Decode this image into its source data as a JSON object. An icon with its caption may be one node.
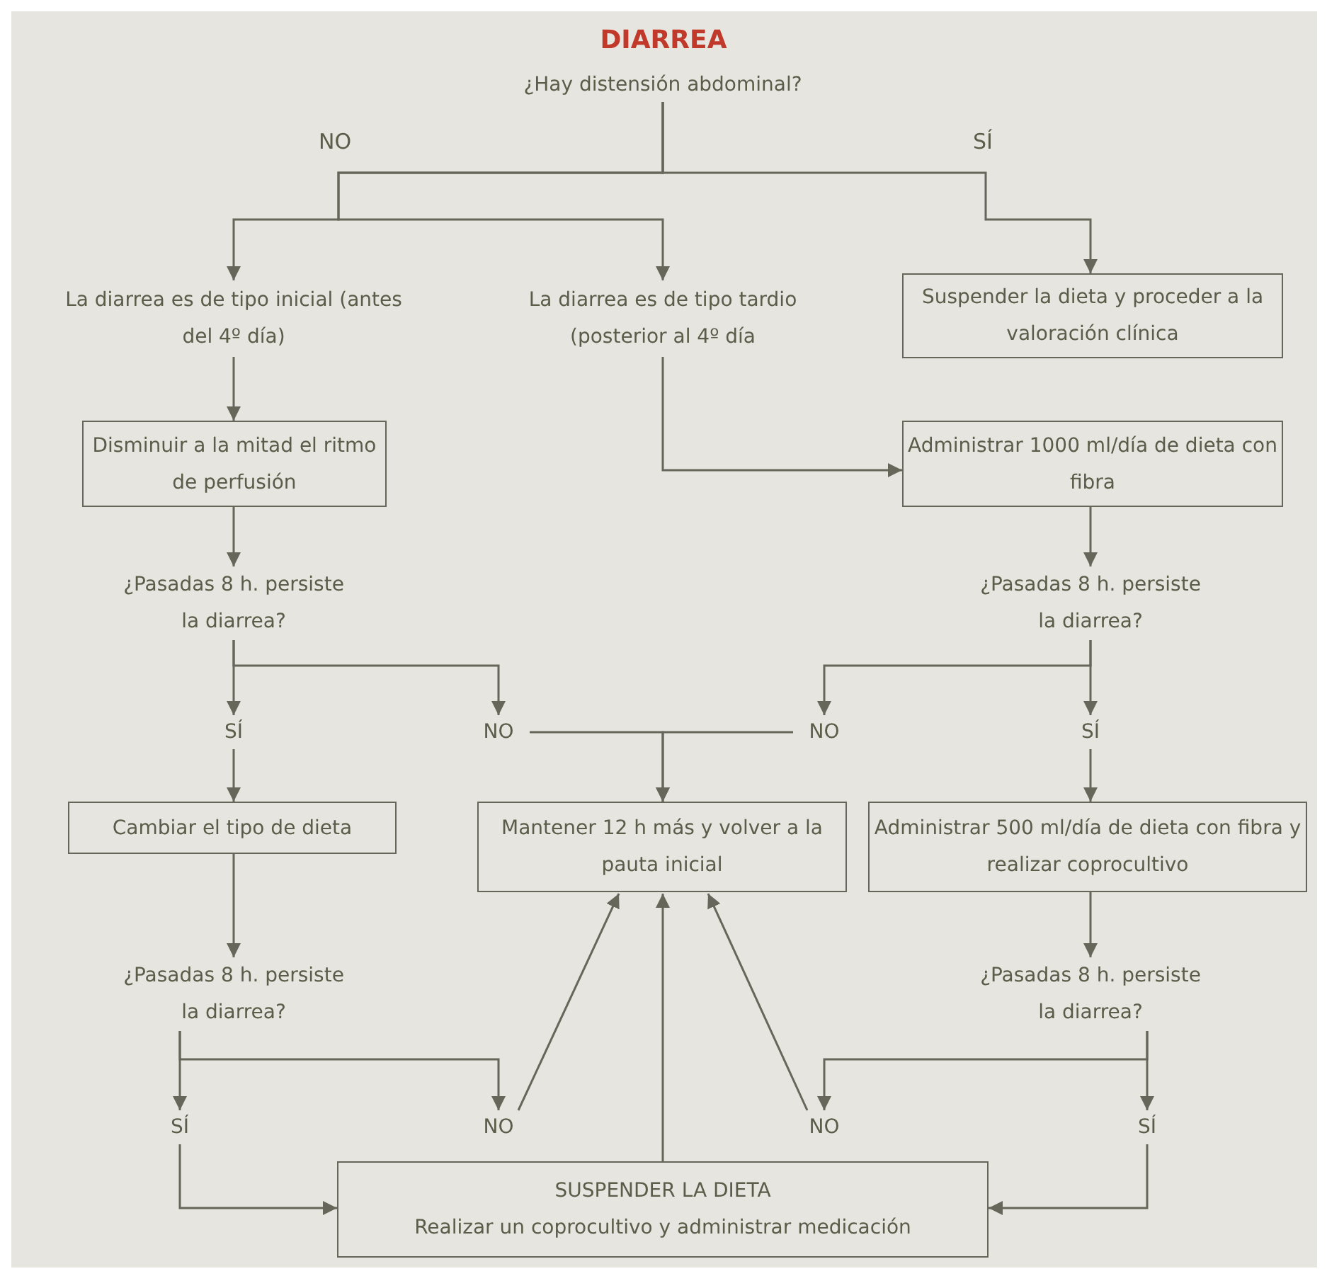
{
  "diagram": {
    "title": "DIARREA",
    "nodes": [
      {
        "text": [
          "¿Hay distensión abdominal?"
        ]
      },
      {
        "text": [
          "La diarrea es de tipo inicial (antes del 4º día)"
        ]
      },
      {
        "text": [
          "La diarrea es de tipo tardio (posterior al 4º día"
        ]
      },
      {
        "text": [
          "Suspender la dieta y proceder a la valoración clínica"
        ]
      },
      {
        "text": [
          "Disminuir a la mitad el ritmo de perfusión"
        ]
      },
      {
        "text": [
          "Administrar 1000 ml/día de dieta con fibra"
        ]
      },
      {
        "text": [
          "¿Pasadas 8 h. persiste la diarrea?"
        ]
      },
      {
        "text": [
          "¿Pasadas 8 h. persiste la diarrea?"
        ]
      },
      {
        "text": [
          "SÍ"
        ]
      },
      {
        "text": [
          "NO"
        ]
      },
      {
        "text": [
          "NO"
        ]
      },
      {
        "text": [
          "SÍ"
        ]
      },
      {
        "text": [
          "Cambiar el tipo de dieta"
        ]
      },
      {
        "text": [
          "Mantener 12 h más y volver a la pauta inicial"
        ]
      },
      {
        "text": [
          "Administrar 500 ml/día de dieta con fibra y realizar coprocultivo"
        ]
      },
      {
        "text": [
          "¿Pasadas 8 h. persiste la diarrea?"
        ]
      },
      {
        "text": [
          "¿Pasadas 8 h. persiste la diarrea?"
        ]
      },
      {
        "text": [
          "SÍ"
        ]
      },
      {
        "text": [
          "NO"
        ]
      },
      {
        "text": [
          "NO"
        ]
      },
      {
        "text": [
          "SÍ"
        ]
      },
      {
        "text": [
          "SUSPENDER LA DIETA",
          "Realizar un coprocultivo y administrar medicación"
        ]
      }
    ],
    "edges": [
      {
        "from": 0,
        "to": 1,
        "arrow": "to"
      },
      {
        "from": 0,
        "to": 2,
        "arrow": "to"
      },
      {
        "from": 0,
        "to": 3,
        "arrow": "to"
      },
      {
        "from": 1,
        "to": 4,
        "arrow": "to"
      },
      {
        "from": 2,
        "to": 5,
        "arrow": "to"
      },
      {
        "from": 4,
        "to": 6,
        "arrow": "to"
      },
      {
        "from": 5,
        "to": 7,
        "arrow": "to"
      },
      {
        "from": 6,
        "to": 8,
        "arrow": "to"
      },
      {
        "from": 6,
        "to": 9,
        "arrow": "to"
      },
      {
        "from": 7,
        "to": 10,
        "arrow": "to"
      },
      {
        "from": 7,
        "to": 11,
        "arrow": "to"
      },
      {
        "from": 8,
        "to": 12,
        "arrow": "to"
      },
      {
        "from": 9,
        "to": 13,
        "arrow": "to"
      },
      {
        "from": 10,
        "to": 13,
        "arrow": "to"
      },
      {
        "from": 11,
        "to": 14,
        "arrow": "to"
      },
      {
        "from": 12,
        "to": 15,
        "arrow": "to"
      },
      {
        "from": 14,
        "to": 16,
        "arrow": "to"
      },
      {
        "from": 15,
        "to": 17,
        "arrow": "to"
      },
      {
        "from": 15,
        "to": 18,
        "arrow": "to"
      },
      {
        "from": 16,
        "to": 19,
        "arrow": "to"
      },
      {
        "from": 16,
        "to": 20,
        "arrow": "to"
      },
      {
        "from": 17,
        "to": 21,
        "arrow": "to"
      },
      {
        "from": 20,
        "to": 21,
        "arrow": "to"
      },
      {
        "from": 18,
        "to": 13,
        "arrow": "to"
      },
      {
        "from": 19,
        "to": 13,
        "arrow": "to"
      },
      {
        "from": 21,
        "to": 13,
        "arrow": "to"
      }
    ],
    "labels": [
      "NO",
      "SÍ"
    ]
  }
}
